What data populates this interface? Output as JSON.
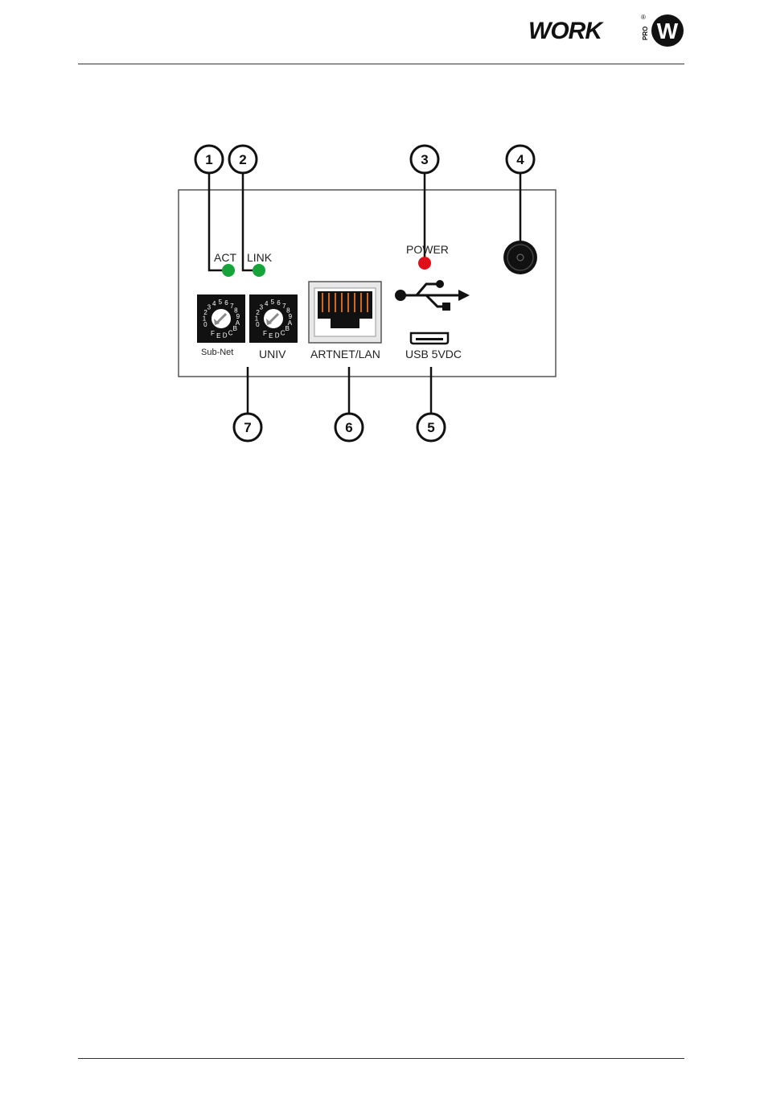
{
  "header": {
    "logo_text": "WORK",
    "logo_sub": "PRO",
    "logo_mark": "W",
    "logo_registered": "®"
  },
  "diagram": {
    "callouts": [
      "1",
      "2",
      "3",
      "4",
      "5",
      "6",
      "7"
    ],
    "labels": {
      "act": "ACT",
      "link": "LINK",
      "power": "POWER",
      "subnet": "Sub-Net",
      "univ": "UNIV",
      "artnet": "ARTNET/LAN",
      "usb": "USB 5VDC"
    },
    "dial_digits": "0123456789ABCDEF"
  },
  "colors": {
    "led_green": "#16a33a",
    "led_red": "#e0101a",
    "rj45_pins": "#d2691e"
  }
}
